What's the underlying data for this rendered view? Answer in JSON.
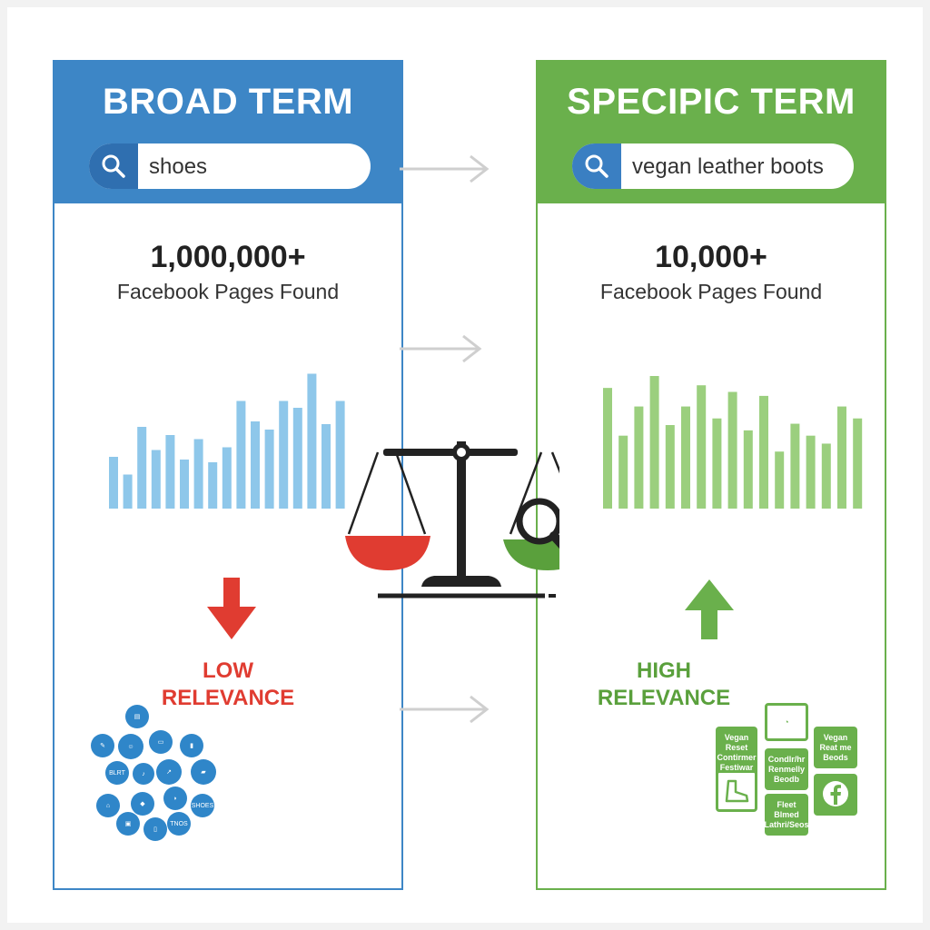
{
  "left": {
    "title": "BROAD TERM",
    "search_value": "shoes",
    "count": "1,000,000+",
    "count_label": "Facebook Pages Found",
    "relevance_line1": "LOW",
    "relevance_line2": "RELEVANCE",
    "bar_levels": [
      0.38,
      0.25,
      0.6,
      0.43,
      0.54,
      0.36,
      0.51,
      0.34,
      0.45,
      0.79,
      0.64,
      0.58,
      0.79,
      0.74,
      0.99,
      0.62,
      0.79
    ],
    "bar_color": "#8ec7ea",
    "accent": "#3d86c6",
    "arrow_color": "#e03c31",
    "icon_color": "#2f86c9"
  },
  "right": {
    "title": "SPECIPIC TERM",
    "search_value": "vegan leather boots",
    "count": "10,000+",
    "count_label": "Facebook Pages Found",
    "relevance_line1": "HIGH",
    "relevance_line2": "RELEVANCE",
    "bar_levels": [
      0.91,
      0.55,
      0.77,
      1.0,
      0.63,
      0.77,
      0.93,
      0.68,
      0.88,
      0.59,
      0.85,
      0.43,
      0.64,
      0.55,
      0.49,
      0.77,
      0.68
    ],
    "bar_color": "#9bcf7e",
    "accent": "#6ab04c",
    "arrow_color": "#6ab04c",
    "tiles": [
      {
        "label": "Vegan Reset Contirmer Festiwar",
        "kind": "text"
      },
      {
        "label": "",
        "kind": "icon"
      },
      {
        "label": "Vegan Reat me Beods",
        "kind": "text"
      },
      {
        "label": "Condlr/hr Renmelly Beodb",
        "kind": "text"
      },
      {
        "label": "",
        "kind": "boot"
      },
      {
        "label": "Fleet Blmed Lathri/Seos",
        "kind": "text"
      },
      {
        "label": "",
        "kind": "facebook"
      }
    ]
  },
  "center": {
    "scale_left_color": "#e03c31",
    "scale_right_color": "#5aa03c",
    "scale_color": "#222222"
  },
  "left_circle_labels": [
    "BLRT",
    "TNOS",
    "SHOES"
  ]
}
